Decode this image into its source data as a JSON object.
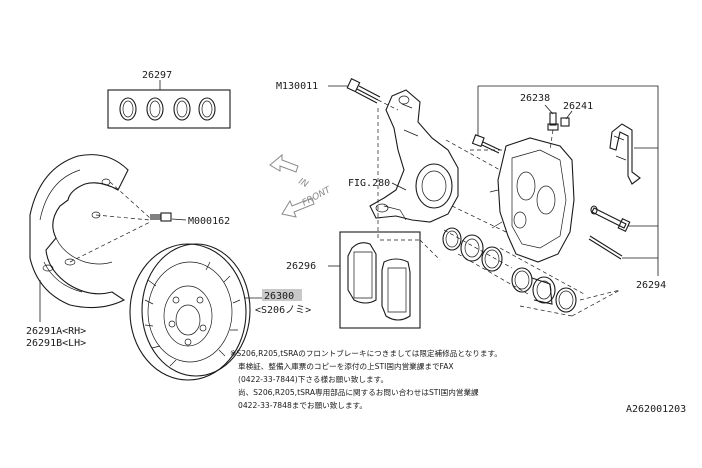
{
  "labels": {
    "p26297": "26297",
    "m130011": "M130011",
    "p26238": "26238",
    "p26241": "26241",
    "fig280": "FIG.280",
    "m000162": "M000162",
    "p26296": "26296",
    "p26300": "26300",
    "p26300_sub": "<S206ノミ>",
    "p26294": "26294",
    "p26291a": "26291A<RH>",
    "p26291b": "26291B<LH>",
    "in": "IN",
    "front": "FRONT",
    "drawing_code": "A262001203"
  },
  "note": {
    "line1": "※S206,R205,tSRAのフロントブレーキにつきましては限定補修品となります。",
    "line2": "車検証、整備入庫票のコピーを添付の上STI国内営業課までFAX",
    "line3": "(0422-33-7844)下さる様お願い致します。",
    "line4": "尚、S206,R205,tSRA専用部品に関するお問い合わせはSTI国内営業課",
    "line5": "0422-33-7848までお願い致します。"
  },
  "colors": {
    "line": "#1a1a1a",
    "highlight": "#c8c8c8",
    "direction": "#8a8a8a"
  }
}
